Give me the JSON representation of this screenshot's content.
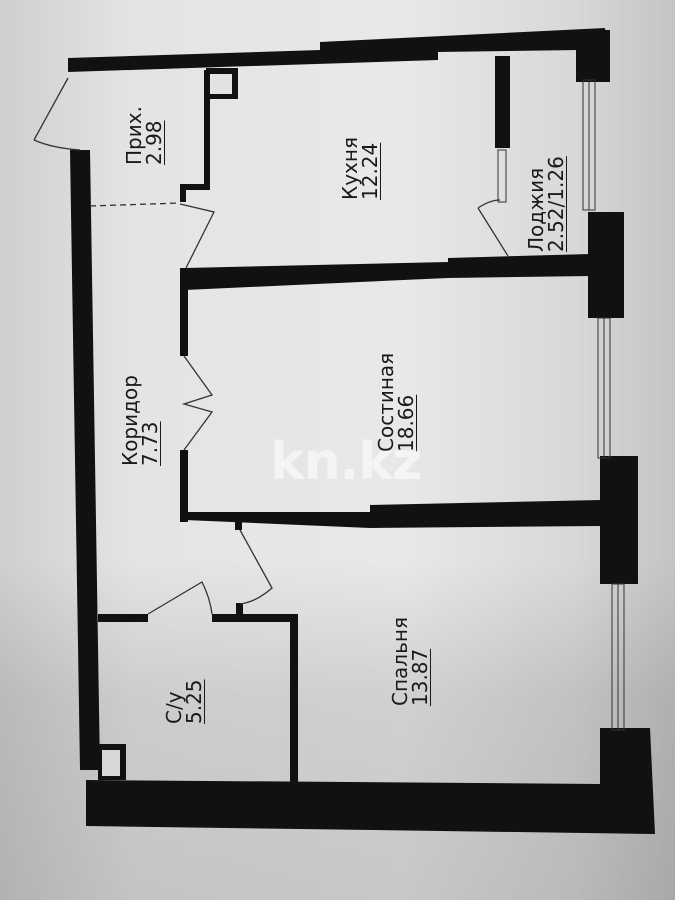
{
  "plan": {
    "type": "apartment-floor-plan",
    "orientation": "rotated -90deg",
    "colors": {
      "wall": "#111111",
      "paper": "#e6e6e6",
      "text": "#1a1a1a"
    },
    "rooms": [
      {
        "id": "hallway",
        "name": "Прих.",
        "area": "2.98"
      },
      {
        "id": "kitchen",
        "name": "Кухня",
        "area": "12.24"
      },
      {
        "id": "loggia",
        "name": "Лоджия",
        "area": "2.52/1.26"
      },
      {
        "id": "corridor",
        "name": "Коридор",
        "area": "7.73"
      },
      {
        "id": "living",
        "name": "Состиная",
        "area": "18.66"
      },
      {
        "id": "bathroom",
        "name": "С/у",
        "area": "5.25"
      },
      {
        "id": "bedroom",
        "name": "Спальня",
        "area": "13.87"
      }
    ]
  },
  "watermark": {
    "text": "kn.kz"
  }
}
